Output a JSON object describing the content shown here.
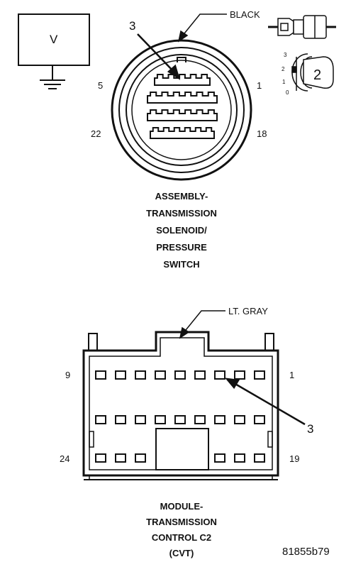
{
  "top_connector": {
    "color_label": "BLACK",
    "callout": "3",
    "pin_left_top": "5",
    "pin_right_top": "1",
    "pin_left_bottom": "22",
    "pin_right_bottom": "18",
    "caption": [
      "ASSEMBLY-",
      "TRANSMISSION",
      "SOLENOID/",
      "PRESSURE",
      "SWITCH"
    ]
  },
  "voltmeter": {
    "label": "V"
  },
  "test_tool": {
    "number": "2",
    "scale": [
      "3",
      "2",
      "1",
      "0"
    ]
  },
  "bottom_connector": {
    "color_label": "LT. GRAY",
    "callout": "3",
    "pin_left_top": "9",
    "pin_right_top": "1",
    "pin_left_bottom": "24",
    "pin_right_bottom": "19",
    "caption": [
      "MODULE-",
      "TRANSMISSION",
      "CONTROL C2",
      "(CVT)"
    ]
  },
  "figure_id": "81855b79",
  "colors": {
    "ink": "#111111",
    "paper": "#ffffff"
  }
}
